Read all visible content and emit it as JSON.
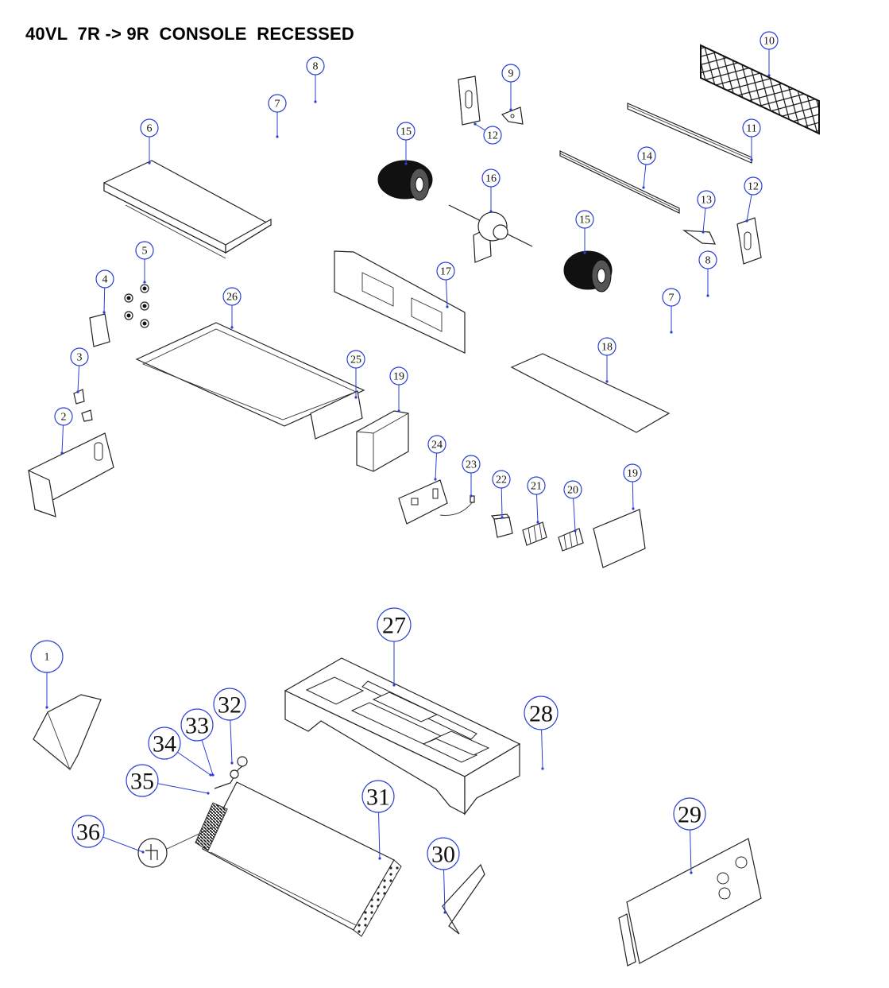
{
  "title": "40VL  7R -> 9R  CONSOLE  RECESSED",
  "callouts_top": [
    "1",
    "2",
    "3",
    "4",
    "5",
    "6",
    "7",
    "7",
    "8",
    "8",
    "9",
    "10",
    "11",
    "12",
    "12",
    "13",
    "14",
    "15",
    "15",
    "16",
    "17",
    "18",
    "19",
    "19",
    "20",
    "21",
    "22",
    "23",
    "24",
    "25",
    "26"
  ],
  "callouts_bottom": [
    "27",
    "28",
    "29",
    "30",
    "31",
    "32",
    "33",
    "34",
    "35",
    "36"
  ],
  "colors": {
    "callout_ring": "#2a3fd6",
    "line": "#222222",
    "text": "#111111"
  }
}
